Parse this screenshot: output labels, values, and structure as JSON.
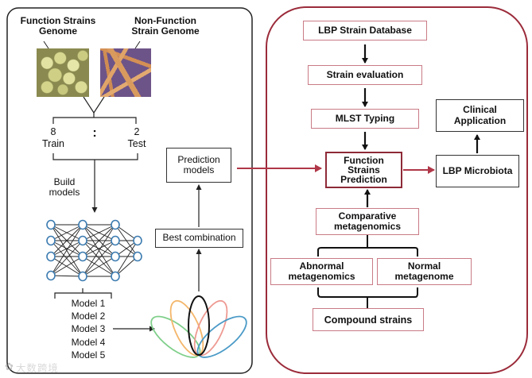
{
  "left_panel": {
    "function_genome_label": "Function Strains Genome",
    "nonfunction_genome_label": "Non-Function Strain Genome",
    "function_photo_icon": "cocci-bacteria-micrograph",
    "nonfunction_photo_icon": "rod-bacteria-micrograph",
    "split": {
      "train_ratio": "8",
      "train_label": "Train",
      "separator": ":",
      "test_ratio": "2",
      "test_label": "Test"
    },
    "build_models_label": "Build models",
    "models": [
      "Model 1",
      "Model 2",
      "Model 3",
      "Model 4",
      "Model 5"
    ],
    "best_combination_label": "Best combination",
    "prediction_models_label": "Prediction models",
    "ensemble_colors": [
      "#7fcf8a",
      "#f4b66a",
      "#111111",
      "#ee9a92",
      "#4a9ac7"
    ],
    "nn_node_color": "#3b7bb0"
  },
  "right_panel": {
    "border_color": "#9b2b3a",
    "lbp_strain_database": "LBP Strain Database",
    "strain_evaluation": "Strain evaluation",
    "mlst_typing": "MLST Typing",
    "function_strains_prediction": "Function Strains Prediction",
    "lbp_microbiota": "LBP Microbiota",
    "clinical_application": "Clinical Application",
    "comparative_metagenomics": "Comparative metagenomics",
    "abnormal_metagenomics": "Abnormal metagenomics",
    "normal_metagenome": "Normal metagenome",
    "compound_strains": "Compound strains"
  },
  "watermark": "大数跨境"
}
